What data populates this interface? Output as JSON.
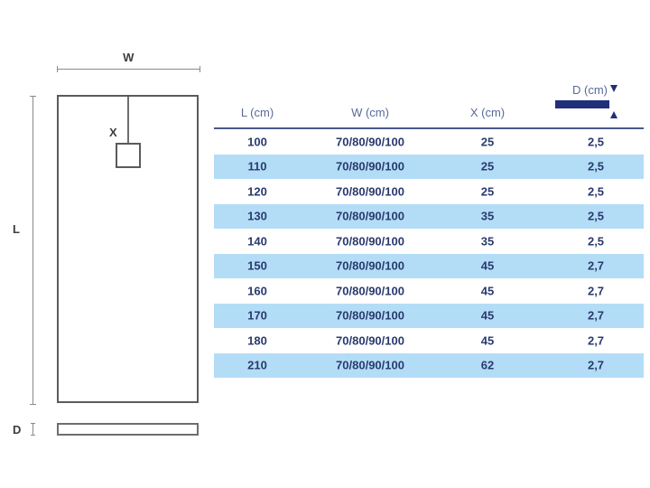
{
  "diagram": {
    "width_label": "W",
    "length_label": "L",
    "drain_offset_label": "X",
    "depth_label": "D",
    "outline_color": "#5b5b5b",
    "dimension_color": "#8a8a8a"
  },
  "table": {
    "accent_color": "#1f2f7a",
    "stripe_color": "#b3ddf7",
    "header_text_color": "#5a6a9a",
    "body_text_color": "#2a3a6e",
    "columns": [
      "L (cm)",
      "W (cm)",
      "X (cm)",
      "D (cm)"
    ],
    "depth_header": {
      "label": "D (cm)",
      "arrow_down": "arrow-down-icon",
      "arrow_up": "arrow-up-icon"
    },
    "rows": [
      {
        "l": "100",
        "w": "70/80/90/100",
        "x": "25",
        "d": "2,5"
      },
      {
        "l": "110",
        "w": "70/80/90/100",
        "x": "25",
        "d": "2,5"
      },
      {
        "l": "120",
        "w": "70/80/90/100",
        "x": "25",
        "d": "2,5"
      },
      {
        "l": "130",
        "w": "70/80/90/100",
        "x": "35",
        "d": "2,5"
      },
      {
        "l": "140",
        "w": "70/80/90/100",
        "x": "35",
        "d": "2,5"
      },
      {
        "l": "150",
        "w": "70/80/90/100",
        "x": "45",
        "d": "2,7"
      },
      {
        "l": "160",
        "w": "70/80/90/100",
        "x": "45",
        "d": "2,7"
      },
      {
        "l": "170",
        "w": "70/80/90/100",
        "x": "45",
        "d": "2,7"
      },
      {
        "l": "180",
        "w": "70/80/90/100",
        "x": "45",
        "d": "2,7"
      },
      {
        "l": "210",
        "w": "70/80/90/100",
        "x": "62",
        "d": "2,7"
      }
    ]
  }
}
